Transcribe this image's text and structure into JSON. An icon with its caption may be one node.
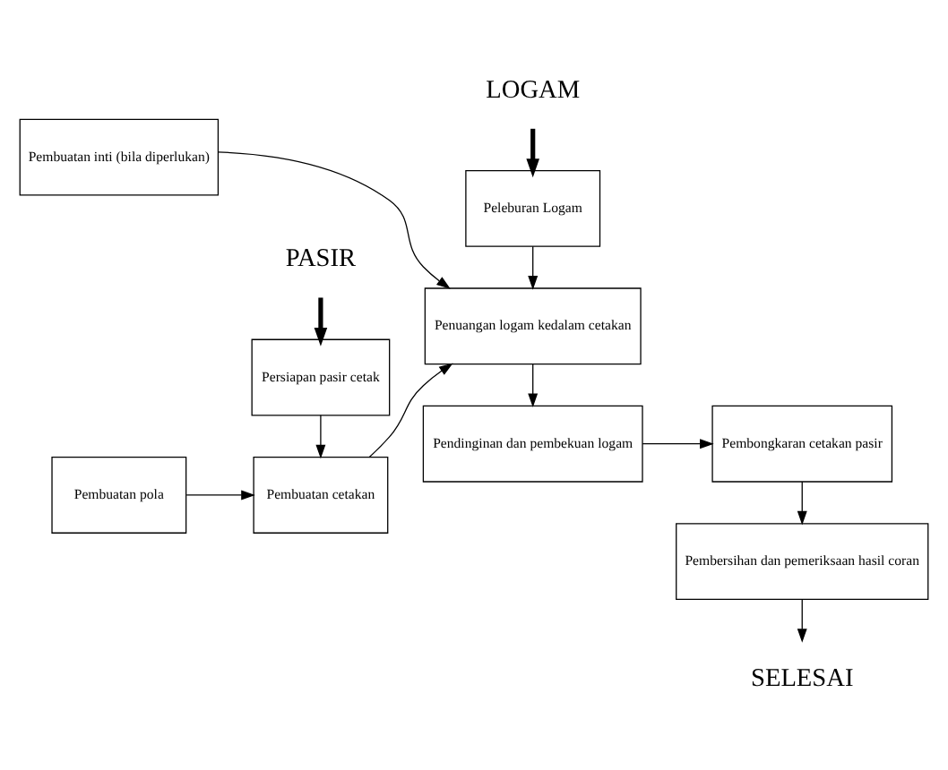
{
  "diagram": {
    "nodes": [
      {
        "text": [
          "Pembuatan inti (bila diperlukan)"
        ]
      },
      {
        "text": [
          "Pembuatan pola"
        ]
      },
      {
        "text": [
          "PASIR"
        ]
      },
      {
        "text": [
          "Persiapan pasir cetak"
        ]
      },
      {
        "text": [
          "Pembuatan cetakan"
        ]
      },
      {
        "text": [
          "LOGAM"
        ]
      },
      {
        "text": [
          "Peleburan Logam"
        ]
      },
      {
        "text": [
          "Penuangan logam kedalam cetakan"
        ]
      },
      {
        "text": [
          "Pendinginan dan pembekuan logam"
        ]
      },
      {
        "text": [
          "Pembongkaran cetakan pasir"
        ]
      },
      {
        "text": [
          "Pembersihan dan pemeriksaan hasil coran"
        ]
      },
      {
        "text": [
          "SELESAI"
        ]
      }
    ],
    "edges": [
      {
        "from": 0,
        "to": 7,
        "arrow": "to"
      },
      {
        "from": 1,
        "to": 4,
        "arrow": "to"
      },
      {
        "from": 2,
        "to": 3,
        "arrow": "to",
        "style": "thick"
      },
      {
        "from": 3,
        "to": 4,
        "arrow": "to"
      },
      {
        "from": 4,
        "to": 7,
        "arrow": "to"
      },
      {
        "from": 5,
        "to": 6,
        "arrow": "to",
        "style": "thick"
      },
      {
        "from": 6,
        "to": 7,
        "arrow": "to"
      },
      {
        "from": 7,
        "to": 8,
        "arrow": "to"
      },
      {
        "from": 8,
        "to": 9,
        "arrow": "to"
      },
      {
        "from": 9,
        "to": 10,
        "arrow": "to"
      },
      {
        "from": 10,
        "to": 11,
        "arrow": "to"
      }
    ]
  }
}
